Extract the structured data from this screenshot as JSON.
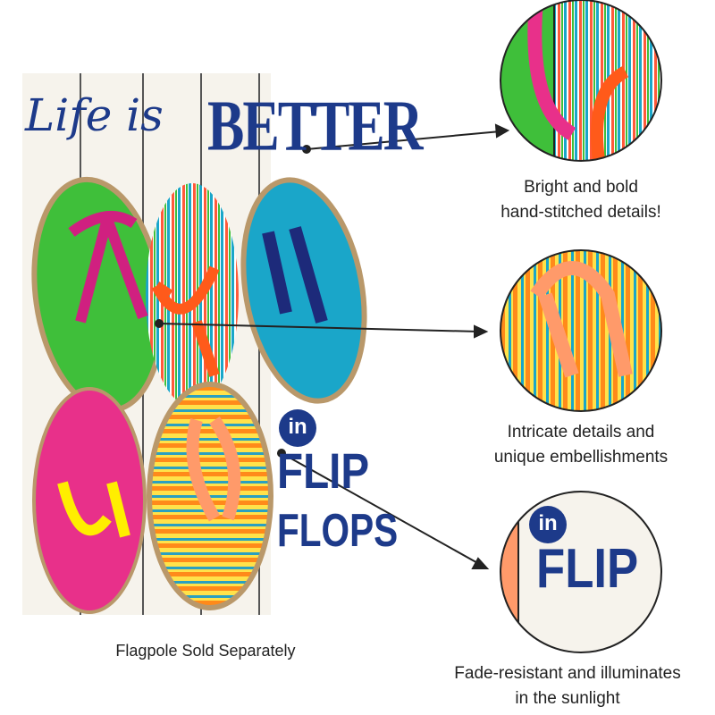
{
  "flag": {
    "title_script": "Life is",
    "title_bold": "BETTER",
    "subtitle_small": "in",
    "subtitle_line1": "FLIP",
    "subtitle_line2": "FLOPS",
    "note": "Flagpole Sold Separately"
  },
  "callouts": [
    {
      "line1": "Bright and bold",
      "line2": "hand-stitched details!"
    },
    {
      "line1": "Intricate details and",
      "line2": "unique embellishments"
    },
    {
      "line1": "Fade-resistant and illuminates",
      "line2": "in the sunlight"
    }
  ],
  "colors": {
    "navy": "#1d3a8a",
    "green": "#3fbf3a",
    "pink": "#e8308a",
    "orange": "#ff6a2a",
    "teal": "#1aa6c9",
    "jute": "#b9986a"
  }
}
